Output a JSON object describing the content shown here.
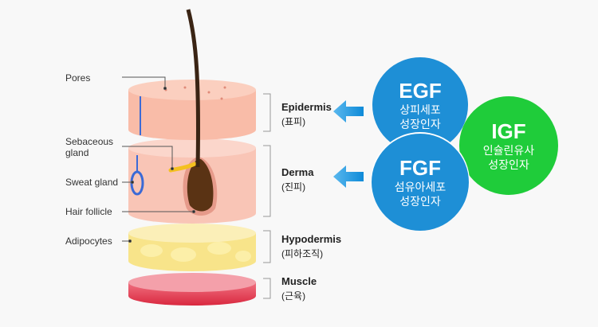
{
  "left_labels": {
    "pores": "Pores",
    "sebaceous_gland": [
      "Sebaceous",
      "gland"
    ],
    "sweat_gland": "Sweat gland",
    "hair_follicle": "Hair follicle",
    "adipocytes": "Adipocytes"
  },
  "layers": [
    {
      "name": "Epidermis",
      "korean": "(표피)"
    },
    {
      "name": "Derma",
      "korean": "(진피)"
    },
    {
      "name": "Hypodermis",
      "korean": "(피하조직)"
    },
    {
      "name": "Muscle",
      "korean": "(근육)"
    }
  ],
  "factors": [
    {
      "abbr": "EGF",
      "line1": "상피세포",
      "line2": "성장인자",
      "color": "#1e8fd6"
    },
    {
      "abbr": "FGF",
      "line1": "섬유아세포",
      "line2": "성장인자",
      "color": "#1e8fd6"
    },
    {
      "abbr": "IGF",
      "line1": "인슐린유사",
      "line2": "성장인자",
      "color": "#1fcc3a"
    }
  ],
  "arrow_color": "#2b9be0"
}
